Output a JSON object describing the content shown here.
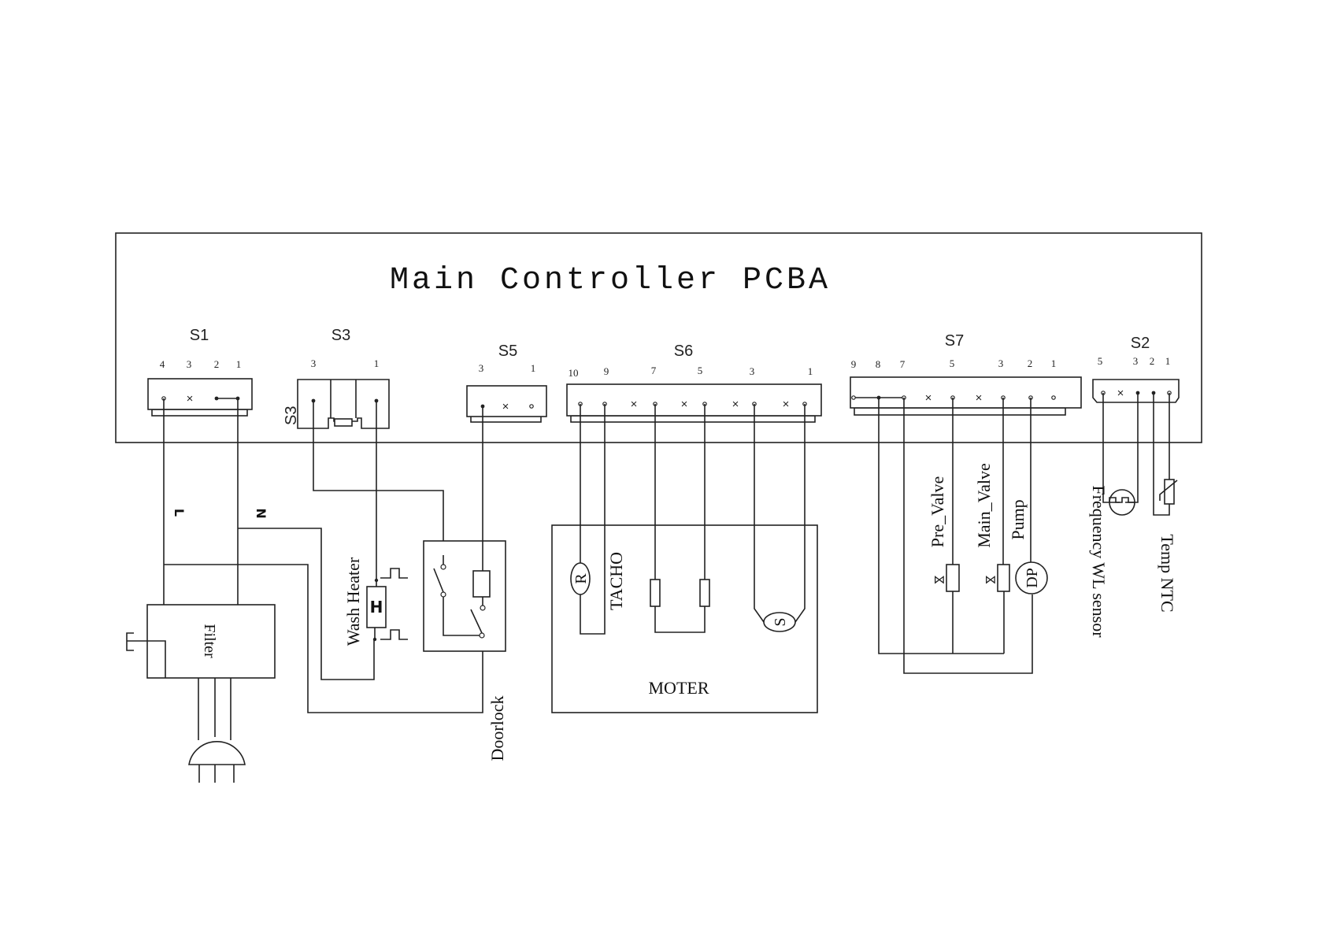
{
  "diagram": {
    "title": "Main Controller PCBA",
    "connectors": {
      "s1": {
        "name": "S1",
        "pins": [
          "4",
          "3",
          "2",
          "1"
        ]
      },
      "s3": {
        "name": "S3",
        "side_label": "S3",
        "pins": [
          "3",
          "1"
        ]
      },
      "s5": {
        "name": "S5",
        "pins": [
          "3",
          "1"
        ]
      },
      "s6": {
        "name": "S6",
        "pins": [
          "10",
          "9",
          "7",
          "5",
          "3",
          "1"
        ]
      },
      "s7": {
        "name": "S7",
        "pins": [
          "9",
          "8",
          "7",
          "5",
          "3",
          "2",
          "1"
        ]
      },
      "s2": {
        "name": "S2",
        "pins": [
          "5",
          "3",
          "2",
          "1"
        ]
      }
    },
    "unused_pin_mark": "×",
    "power": {
      "live_label": "L",
      "neutral_label": "N",
      "filter_label": "Filter"
    },
    "heater": {
      "label": "Wash Heater",
      "symbol": "H"
    },
    "doorlock": {
      "label": "Doorlock"
    },
    "motor": {
      "label": "MOTER",
      "tacho_label": "TACHO",
      "tacho_symbol": "R",
      "stator_symbol": "S"
    },
    "valves": {
      "pre_valve_label": "Pre_Valve",
      "main_valve_label": "Main_Valve",
      "valve_symbol": "⋈"
    },
    "pump": {
      "label": "Pump",
      "symbol": "DP"
    },
    "sensors": {
      "water_level_label": "Frequency WL sensor",
      "temp_label": "Temp NTC"
    }
  }
}
